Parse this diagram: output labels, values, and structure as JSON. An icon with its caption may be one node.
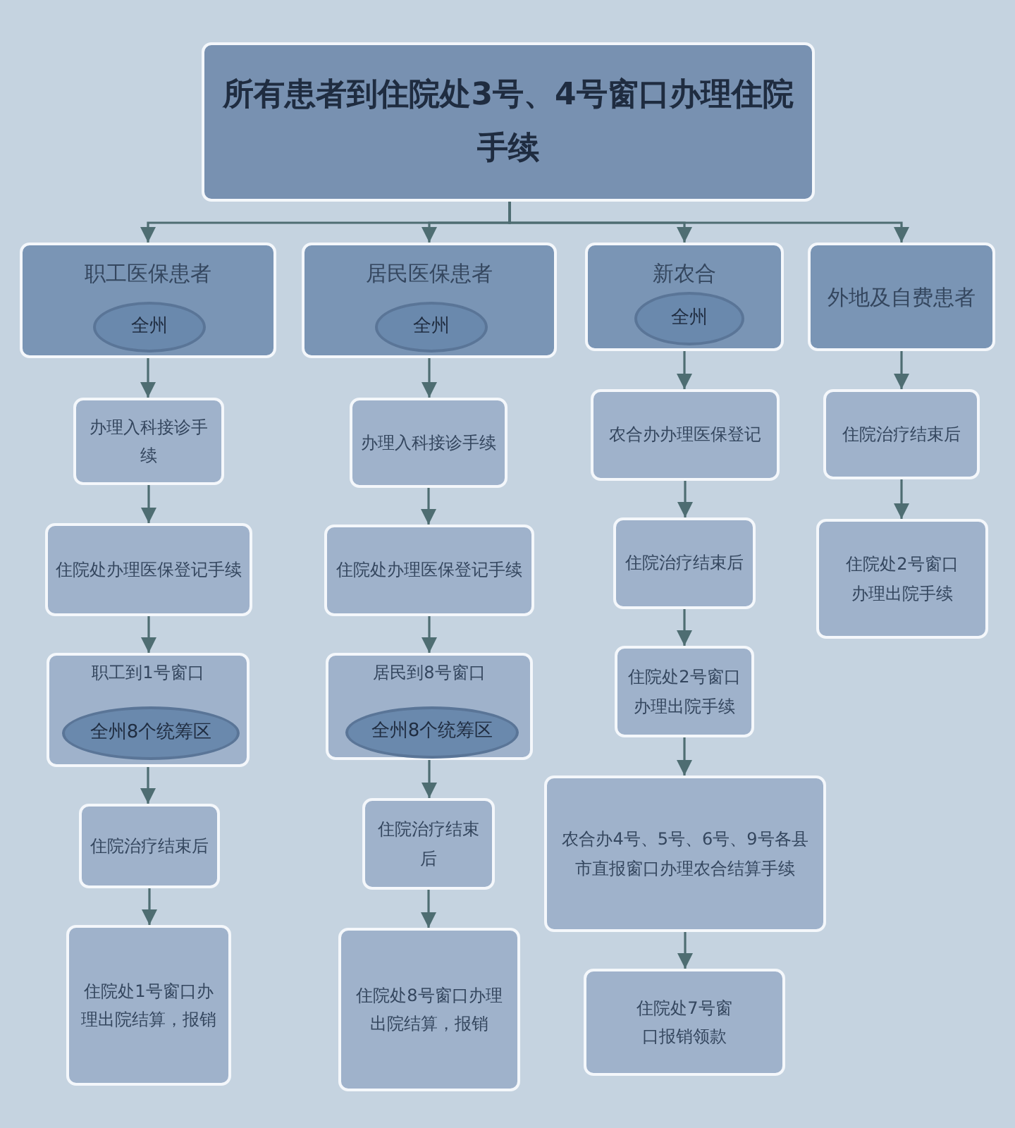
{
  "diagram": {
    "nodes": [
      {
        "text": [
          "所有患者到住院处3号、4号窗口办理住院手续"
        ]
      },
      {
        "text": [
          "职工医保患者"
        ]
      },
      {
        "text": [
          "全州"
        ],
        "in": 1
      },
      {
        "text": [
          "居民医保患者"
        ]
      },
      {
        "text": [
          "全州"
        ],
        "in": 3
      },
      {
        "text": [
          "新农合"
        ]
      },
      {
        "text": [
          "全州"
        ],
        "in": 5
      },
      {
        "text": [
          "外地及自费患者"
        ]
      },
      {
        "text": [
          "办理入科接诊手续"
        ]
      },
      {
        "text": [
          "办理入科接诊手续"
        ]
      },
      {
        "text": [
          "农合办办理医保登记"
        ]
      },
      {
        "text": [
          "住院治疗结束后"
        ]
      },
      {
        "text": [
          "住院处办理医保登记手续"
        ]
      },
      {
        "text": [
          "住院处办理医保登记手续"
        ]
      },
      {
        "text": [
          "住院治疗结束后"
        ]
      },
      {
        "text": [
          "住院处2号窗口办理出院手续"
        ]
      },
      {
        "text": [
          "职工到1号窗口"
        ]
      },
      {
        "text": [
          "全州8个统筹区"
        ],
        "in": 16
      },
      {
        "text": [
          "居民到8号窗口"
        ]
      },
      {
        "text": [
          "全州8个统筹区"
        ],
        "in": 18
      },
      {
        "text": [
          "住院治疗结束后"
        ]
      },
      {
        "text": [
          "住院处2号窗口办理出院手续"
        ]
      },
      {
        "text": [
          "住院治疗结束后"
        ]
      },
      {
        "text": [
          "农合办4号、5号、6号、9号各县市直报窗口办理农合结算手续"
        ]
      },
      {
        "text": [
          "住院处1号窗口办理出院结算，报销"
        ]
      },
      {
        "text": [
          "住院处8号窗口办理出院结算，报销"
        ]
      },
      {
        "text": [
          "住院处7号窗口报销领款"
        ]
      }
    ],
    "edges": [
      {
        "from": 0,
        "to": 1,
        "arrow": "to"
      },
      {
        "from": 0,
        "to": 3,
        "arrow": "to"
      },
      {
        "from": 0,
        "to": 5,
        "arrow": "to"
      },
      {
        "from": 0,
        "to": 7,
        "arrow": "to"
      },
      {
        "from": 1,
        "to": 8,
        "arrow": "to"
      },
      {
        "from": 8,
        "to": 12,
        "arrow": "to"
      },
      {
        "from": 12,
        "to": 16,
        "arrow": "to"
      },
      {
        "from": 16,
        "to": 20,
        "arrow": "to"
      },
      {
        "from": 20,
        "to": 24,
        "arrow": "to"
      },
      {
        "from": 3,
        "to": 9,
        "arrow": "to"
      },
      {
        "from": 9,
        "to": 13,
        "arrow": "to"
      },
      {
        "from": 13,
        "to": 18,
        "arrow": "to"
      },
      {
        "from": 18,
        "to": 22,
        "arrow": "to"
      },
      {
        "from": 22,
        "to": 25,
        "arrow": "to"
      },
      {
        "from": 5,
        "to": 10,
        "arrow": "to"
      },
      {
        "from": 10,
        "to": 14,
        "arrow": "to"
      },
      {
        "from": 14,
        "to": 21,
        "arrow": "to"
      },
      {
        "from": 21,
        "to": 23,
        "arrow": "to"
      },
      {
        "from": 23,
        "to": 26,
        "arrow": "to"
      },
      {
        "from": 7,
        "to": 11,
        "arrow": "to"
      },
      {
        "from": 11,
        "to": 15,
        "arrow": "to"
      }
    ]
  }
}
